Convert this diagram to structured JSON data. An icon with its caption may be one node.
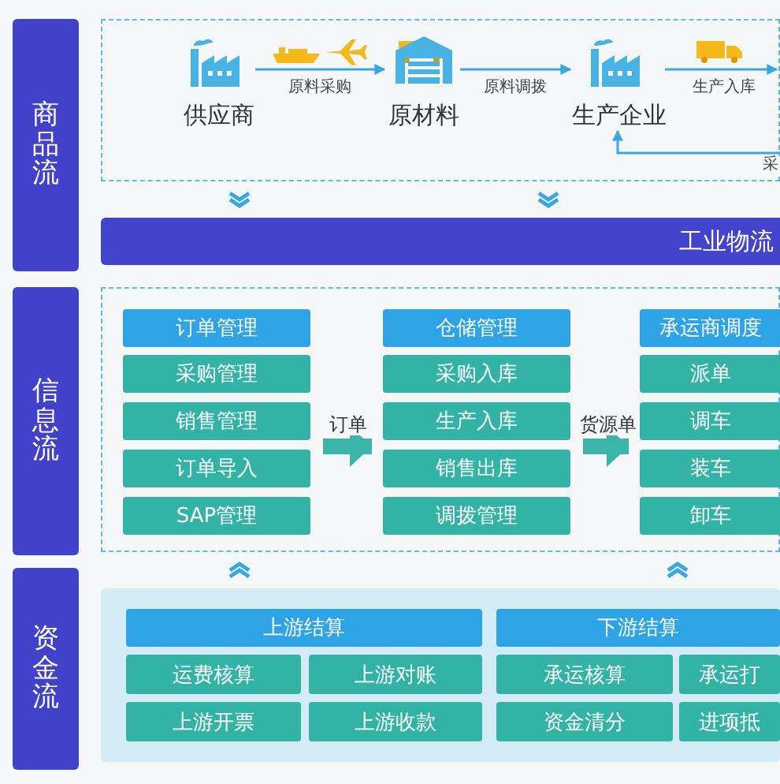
{
  "diagram": {
    "nodes": [
      {
        "text": [
          "商品流"
        ]
      },
      {
        "text": [],
        "shape": "box"
      },
      {
        "text": [
          "供应商"
        ],
        "in": 1
      },
      {
        "text": [
          "原材料"
        ],
        "in": 1
      },
      {
        "text": [
          "生产企业"
        ],
        "in": 1
      },
      {
        "text": [
          "工业物流"
        ]
      },
      {
        "text": [
          "信息流"
        ]
      },
      {
        "text": [],
        "shape": "box"
      },
      {
        "text": [
          "订单管理"
        ],
        "in": 7
      },
      {
        "text": [
          "采购管理"
        ],
        "in": 7
      },
      {
        "text": [
          "销售管理"
        ],
        "in": 7
      },
      {
        "text": [
          "订单导入"
        ],
        "in": 7
      },
      {
        "text": [
          "SAP管理"
        ],
        "in": 7
      },
      {
        "text": [
          "仓储管理"
        ],
        "in": 7
      },
      {
        "text": [
          "采购入库"
        ],
        "in": 7
      },
      {
        "text": [
          "生产入库"
        ],
        "in": 7
      },
      {
        "text": [
          "销售出库"
        ],
        "in": 7
      },
      {
        "text": [
          "调拨管理"
        ],
        "in": 7
      },
      {
        "text": [
          "承运商调度"
        ],
        "in": 7
      },
      {
        "text": [
          "派单"
        ],
        "in": 7
      },
      {
        "text": [
          "调车"
        ],
        "in": 7
      },
      {
        "text": [
          "装车"
        ],
        "in": 7
      },
      {
        "text": [
          "卸车"
        ],
        "in": 7
      },
      {
        "text": [
          "资金流"
        ]
      },
      {
        "text": [],
        "shape": "box"
      },
      {
        "text": [
          "上游结算"
        ],
        "in": 24
      },
      {
        "text": [
          "运费核算"
        ],
        "in": 24
      },
      {
        "text": [
          "上游对账"
        ],
        "in": 24
      },
      {
        "text": [
          "上游开票"
        ],
        "in": 24
      },
      {
        "text": [
          "上游收款"
        ],
        "in": 24
      },
      {
        "text": [
          "下游结算"
        ],
        "in": 24
      },
      {
        "text": [
          "承运核算"
        ],
        "in": 24
      },
      {
        "text": [
          "承运打"
        ],
        "in": 24
      },
      {
        "text": [
          "资金清分"
        ],
        "in": 24
      },
      {
        "text": [
          "进项抵"
        ],
        "in": 24
      }
    ],
    "edges": [
      {
        "from": 2,
        "to": 3,
        "arrow": "to",
        "label": "原料采购"
      },
      {
        "from": 3,
        "to": 4,
        "arrow": "to",
        "label": "原料调拨"
      },
      {
        "from": 4,
        "to": null,
        "arrow": "to",
        "label": "生产入库"
      },
      {
        "from": null,
        "to": 4,
        "arrow": "to",
        "label": "采"
      },
      {
        "from": 1,
        "to": 5,
        "arrow": "to"
      },
      {
        "from": 1,
        "to": 5,
        "arrow": "to"
      },
      {
        "from": 10,
        "to": 15,
        "arrow": "to",
        "label": "订单",
        "style": "thick",
        "color": "#3bb4aa"
      },
      {
        "from": 15,
        "to": 20,
        "arrow": "to",
        "label": "货源单",
        "style": "thick",
        "color": "#3bb4aa"
      },
      {
        "from": 24,
        "to": 7,
        "arrow": "to"
      },
      {
        "from": 24,
        "to": 7,
        "arrow": "to"
      }
    ]
  }
}
